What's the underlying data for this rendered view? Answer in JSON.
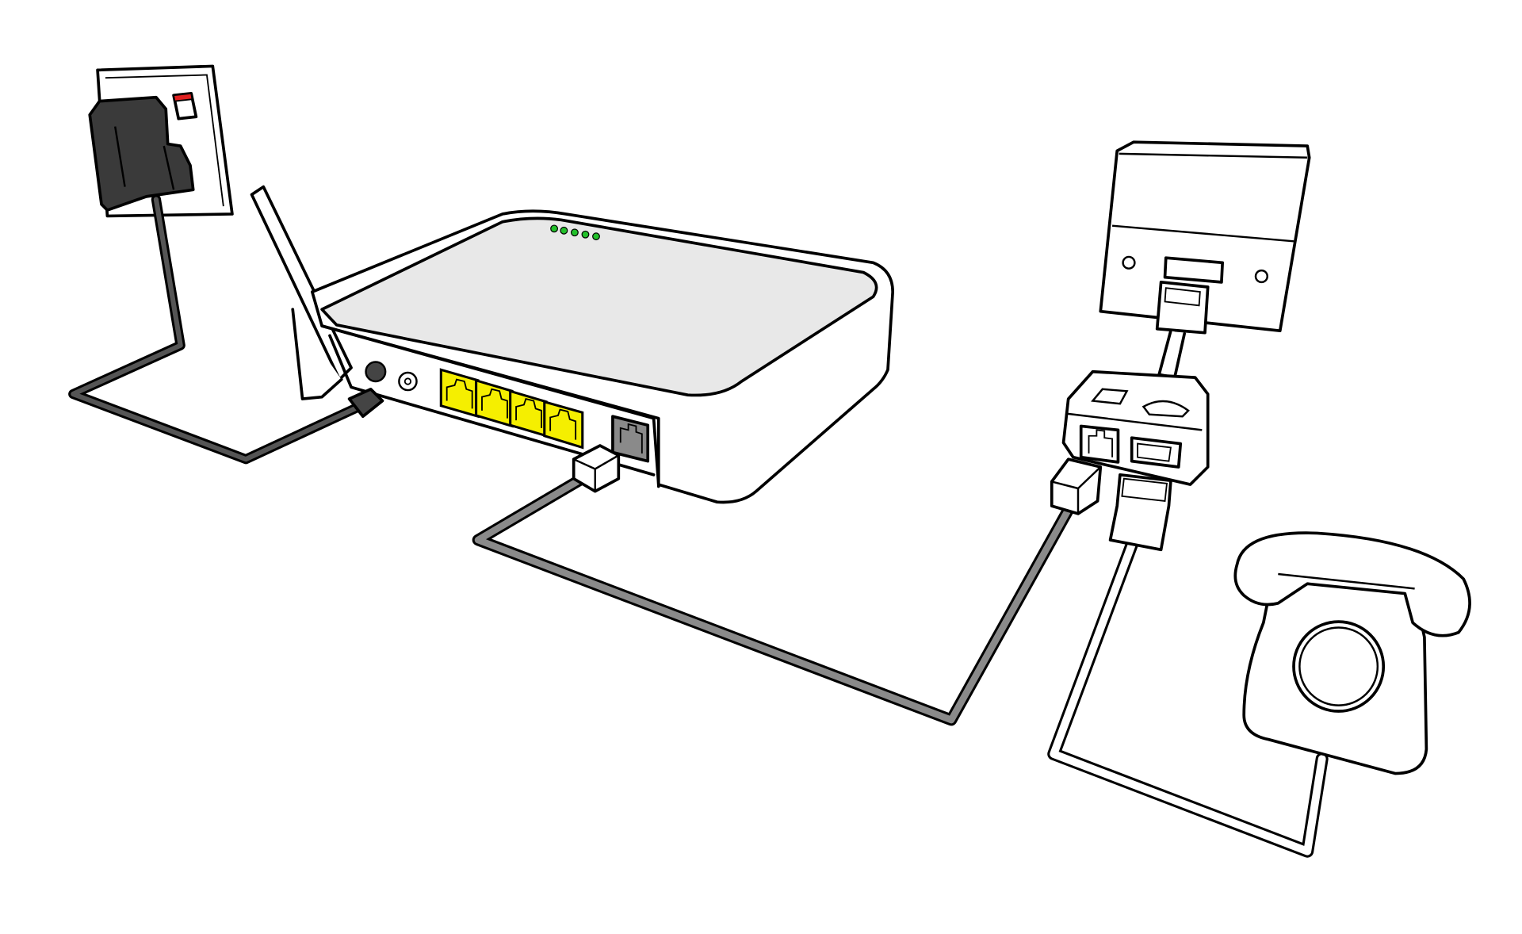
{
  "diagram": {
    "subject": "router-phone-line-setup",
    "components": [
      {
        "name": "wall-power-socket",
        "icon": "power-socket-icon"
      },
      {
        "name": "power-adapter-plug",
        "icon": "plug-icon"
      },
      {
        "name": "router",
        "icon": "router-icon"
      },
      {
        "name": "router-antenna",
        "icon": "antenna-icon"
      },
      {
        "name": "ethernet-ports",
        "icon": "ethernet-port-icon",
        "count": 4
      },
      {
        "name": "dsl-port",
        "icon": "rj11-port-icon"
      },
      {
        "name": "phone-wall-socket",
        "icon": "phone-socket-icon"
      },
      {
        "name": "microfilter-splitter",
        "icon": "splitter-icon"
      },
      {
        "name": "telephone",
        "icon": "telephone-icon"
      }
    ],
    "status_leds": 5
  },
  "colors": {
    "ethernet_port": "#f5ef00",
    "led": "#22c02a",
    "power_plug": "#3a3a3a",
    "power_cable": "#555555",
    "dsl_cable": "#8a8a8a",
    "router_top": "#e8e8e8",
    "switch_red": "#e02020"
  }
}
